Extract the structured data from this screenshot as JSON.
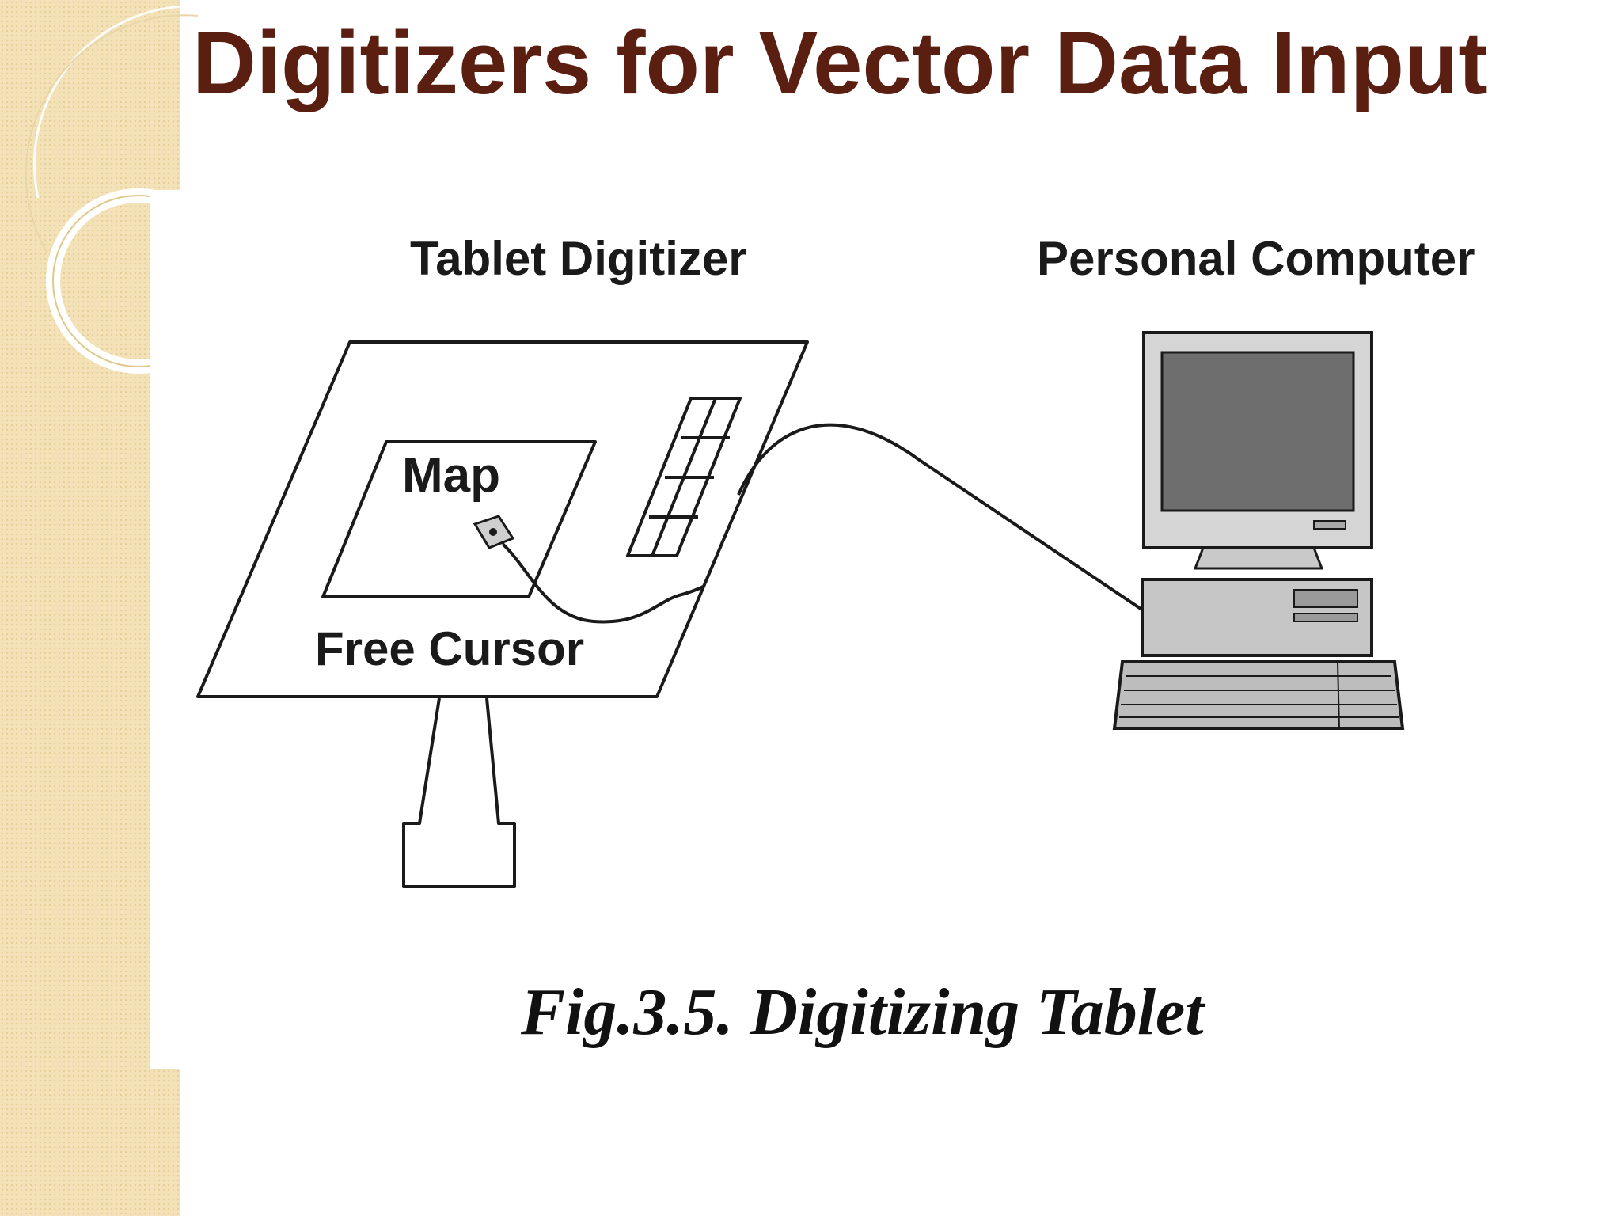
{
  "slide": {
    "title": "Digitizers for Vector Data Input"
  },
  "figure": {
    "tablet_label": "Tablet Digitizer",
    "computer_label": "Personal Computer",
    "map_label": "Map",
    "cursor_label": "Free Cursor",
    "caption": "Fig.3.5. Digitizing Tablet"
  },
  "colors": {
    "title": "#5b1f12",
    "sidebar": "#f3e2b8",
    "line": "#1a1a1a"
  },
  "icons": [
    "tablet-digitizer-icon",
    "puck-cursor-icon",
    "computer-monitor-icon",
    "computer-keyboard-icon"
  ]
}
